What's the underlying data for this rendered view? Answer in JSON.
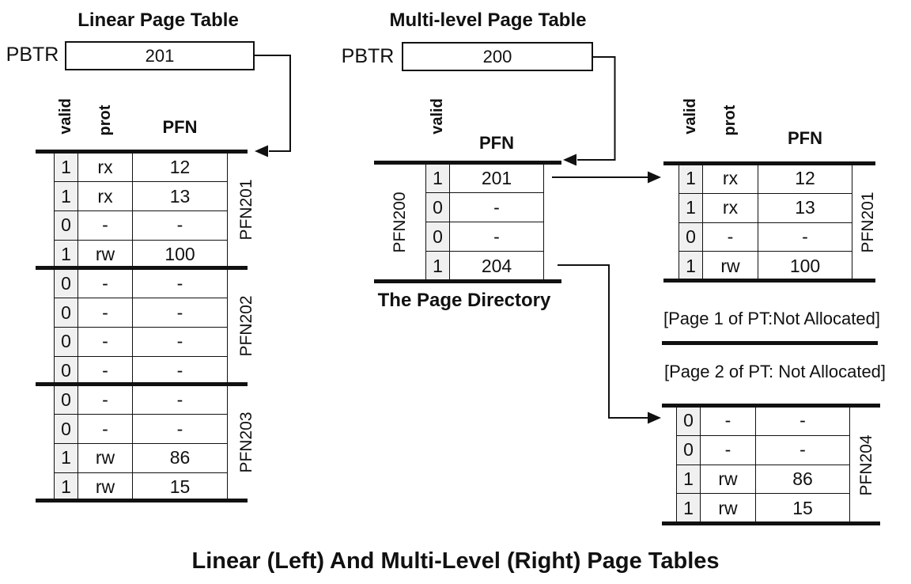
{
  "colors": {
    "line": "#111111",
    "valid_cell_bg": "#f0f0f0",
    "background": "#ffffff"
  },
  "left": {
    "title": "Linear Page Table",
    "pbtr": {
      "label": "PBTR",
      "value": "201"
    },
    "headers": {
      "valid": "valid",
      "prot": "prot",
      "pfn": "PFN"
    },
    "rows": [
      {
        "valid": "1",
        "prot": "rx",
        "pfn": "12"
      },
      {
        "valid": "1",
        "prot": "rx",
        "pfn": "13"
      },
      {
        "valid": "0",
        "prot": "-",
        "pfn": "-"
      },
      {
        "valid": "1",
        "prot": "rw",
        "pfn": "100"
      },
      {
        "valid": "0",
        "prot": "-",
        "pfn": "-"
      },
      {
        "valid": "0",
        "prot": "-",
        "pfn": "-"
      },
      {
        "valid": "0",
        "prot": "-",
        "pfn": "-"
      },
      {
        "valid": "0",
        "prot": "-",
        "pfn": "-"
      },
      {
        "valid": "0",
        "prot": "-",
        "pfn": "-"
      },
      {
        "valid": "0",
        "prot": "-",
        "pfn": "-"
      },
      {
        "valid": "1",
        "prot": "rw",
        "pfn": "86"
      },
      {
        "valid": "1",
        "prot": "rw",
        "pfn": "15"
      }
    ],
    "group_labels": [
      "PFN201",
      "PFN202",
      "PFN203"
    ]
  },
  "middle": {
    "title": "Multi-level Page Table",
    "pbtr": {
      "label": "PBTR",
      "value": "200"
    },
    "directory": {
      "headers": {
        "valid": "valid",
        "pfn": "PFN"
      },
      "side_label": "PFN200",
      "rows": [
        {
          "valid": "1",
          "pfn": "201"
        },
        {
          "valid": "0",
          "pfn": "-"
        },
        {
          "valid": "0",
          "pfn": "-"
        },
        {
          "valid": "1",
          "pfn": "204"
        }
      ],
      "caption": "The Page Directory"
    }
  },
  "right": {
    "top_table": {
      "headers": {
        "valid": "valid",
        "prot": "prot",
        "pfn": "PFN"
      },
      "side_label": "PFN201",
      "rows": [
        {
          "valid": "1",
          "prot": "rx",
          "pfn": "12"
        },
        {
          "valid": "1",
          "prot": "rx",
          "pfn": "13"
        },
        {
          "valid": "0",
          "prot": "-",
          "pfn": "-"
        },
        {
          "valid": "1",
          "prot": "rw",
          "pfn": "100"
        }
      ]
    },
    "page1_note": "[Page 1 of PT:Not Allocated]",
    "page2_note": "[Page 2 of PT: Not Allocated]",
    "bottom_table": {
      "side_label": "PFN204",
      "rows": [
        {
          "valid": "0",
          "prot": "-",
          "pfn": "-"
        },
        {
          "valid": "0",
          "prot": "-",
          "pfn": "-"
        },
        {
          "valid": "1",
          "prot": "rw",
          "pfn": "86"
        },
        {
          "valid": "1",
          "prot": "rw",
          "pfn": "15"
        }
      ]
    }
  },
  "caption": "Linear (Left) And Multi-Level (Right) Page Tables"
}
